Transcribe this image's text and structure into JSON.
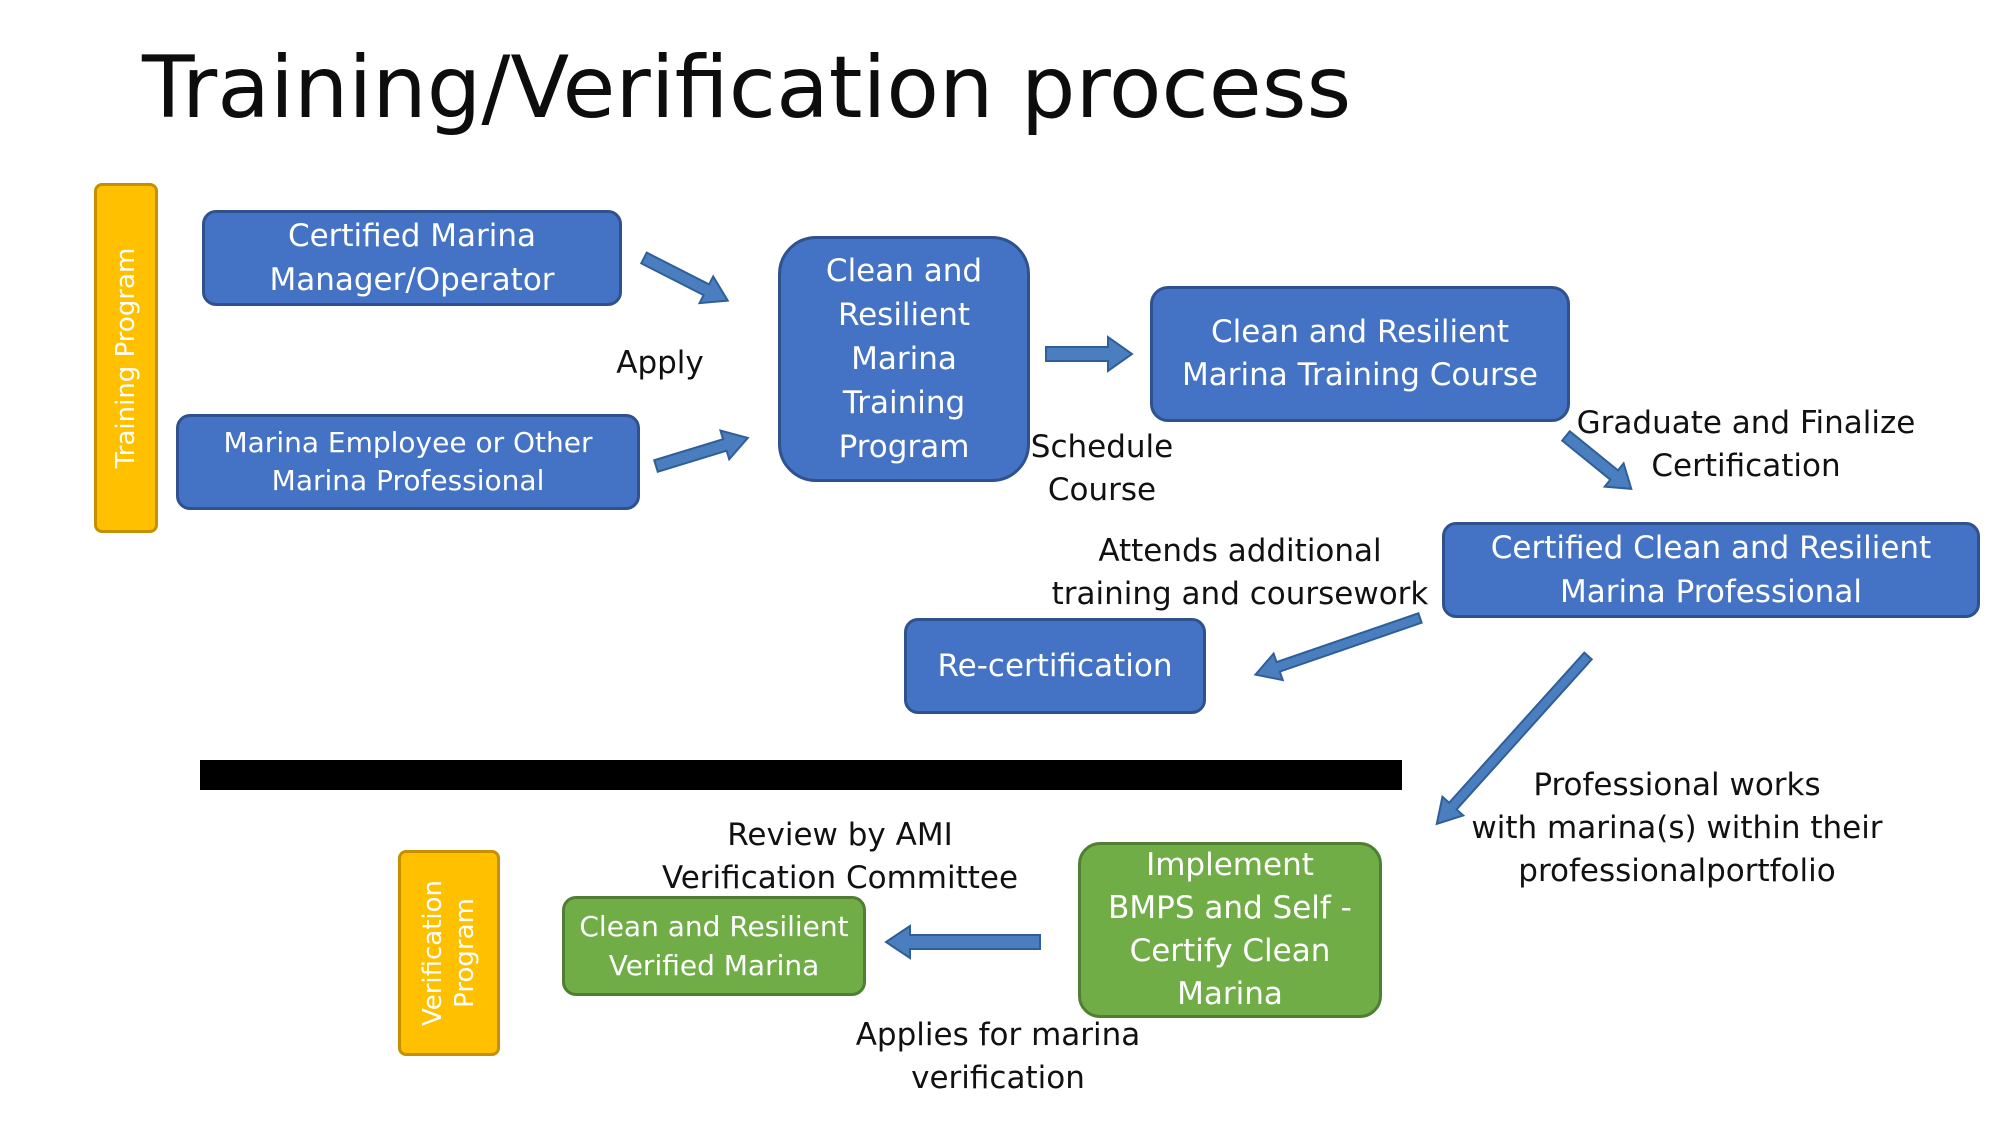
{
  "title": "Training/Verification process",
  "side_labels": {
    "training": "Training Program",
    "verification": "Verification\nProgram"
  },
  "boxes": {
    "certified_manager": "Certified Marina\nManager/Operator",
    "marina_employee": "Marina Employee or Other\nMarina Professional",
    "training_program": "Clean and\nResilient\nMarina\nTraining\nProgram",
    "training_course": "Clean and Resilient\nMarina Training Course",
    "certified_professional": "Certified Clean and Resilient\nMarina Professional",
    "recertification": "Re-certification",
    "implement_bmps": "Implement\nBMPS and Self -\nCertify Clean\nMarina",
    "verified_marina": "Clean and Resilient\nVerified Marina"
  },
  "labels": {
    "apply": "Apply",
    "schedule_course": "Schedule\nCourse",
    "graduate": "Graduate and Finalize\nCertification",
    "attends": "Attends additional\ntraining and coursework",
    "professional_works": "Professional works\nwith marina(s) within their\nprofessionalportfolio",
    "review": "Review by AMI\nVerification Committee",
    "applies": "Applies for marina\nverification"
  },
  "colors": {
    "blue_box": "#4472c4",
    "green_box": "#70ad47",
    "yellow_box": "#ffc000",
    "arrow_fill": "#4a7ebf",
    "divider": "#000000"
  }
}
